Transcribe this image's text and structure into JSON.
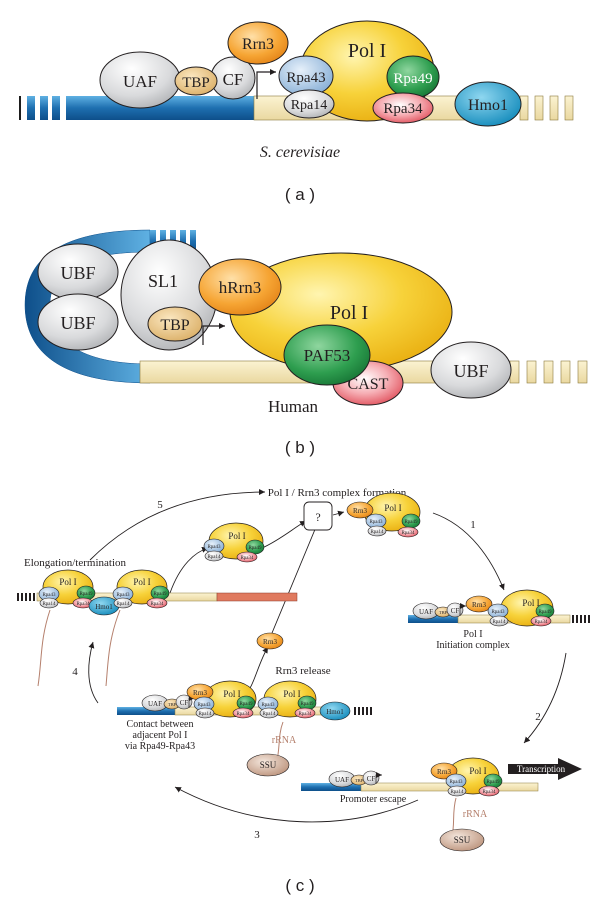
{
  "panel_a": {
    "proteins": {
      "uaf": "UAF",
      "tbp": "TBP",
      "cf": "CF",
      "rrn3": "Rrn3",
      "pol_i": "Pol I",
      "rpa43": "Rpa43",
      "rpa49": "Rpa49",
      "rpa14": "Rpa14",
      "rpa34": "Rpa34",
      "hmo1": "Hmo1"
    },
    "species": "S. cerevisiae",
    "label": "( a )"
  },
  "panel_b": {
    "proteins": {
      "ubf_top": "UBF",
      "ubf_bottom": "UBF",
      "sl1": "SL1",
      "tbp": "TBP",
      "hrrn3": "hRrn3",
      "pol_i": "Pol I",
      "paf53": "PAF53",
      "cast": "CAST",
      "ubf_right": "UBF"
    },
    "species": "Human",
    "label": "( b )"
  },
  "panel_c": {
    "common": {
      "pol_i": "Pol I",
      "rrn3": "Rrn3",
      "rpa43": "Rpa43",
      "rpa49": "Rpa49",
      "rpa14": "Rpa14",
      "rpa34": "Rpa34",
      "uaf": "UAF",
      "tbp": "TBP",
      "cf": "CF",
      "hmo1": "Hmo1",
      "rrna": "rRNA",
      "ssu": "SSU"
    },
    "labels": {
      "complex_formation": "Pol I / Rrn3 complex formation",
      "question": "?",
      "elongation": "Elongation/termination",
      "initiation_line1": "Pol I",
      "initiation_line2": "Initiation complex",
      "rrn3_release": "Rrn3 release",
      "contact_line1": "Contact between",
      "contact_line2": "adjacent Pol I",
      "contact_line3": "via Rpa49-Rpa43",
      "promoter_escape": "Promoter escape",
      "transcription": "Transcription"
    },
    "steps": [
      "1",
      "2",
      "3",
      "4",
      "5"
    ],
    "label": "( c )"
  },
  "colors": {
    "promoter_blue": "#1e78b8",
    "dna_cream": "#f5e9b8",
    "pol_yellow": "#f4c20d",
    "rrn3_orange": "#f39a22",
    "rpa43_blue": "#8fb6dc",
    "rpa49_green": "#2e9e4f",
    "rpa34_red": "#d9313e",
    "hmo1_cyan": "#14a3d4",
    "uaf_gray": "#cfd0d2",
    "tbp_tan": "#e9c78a",
    "ssu_brown": "#c7a48f"
  }
}
